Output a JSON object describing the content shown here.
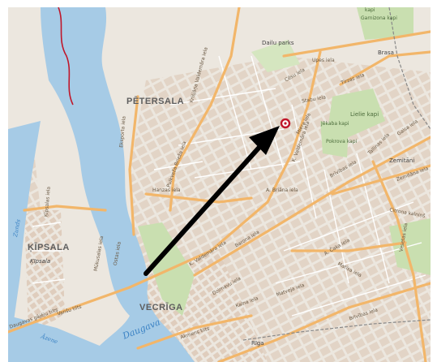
{
  "districts": {
    "petersala": "PĒTERSALA",
    "kipsala": "ĶĪPSALA",
    "kipsala_italic": "Ķīpsala",
    "vecriga": "VECRĪGA"
  },
  "places": {
    "brasa": "Brasa",
    "dailu_parks": "Dailu parks",
    "zemitani": "Zemitāni",
    "riga": "Rīga",
    "lielie_kapi": "Lielie kapi",
    "jekaba_kapi": "Jēkaba kapi",
    "pokrova_kapi": "Pokrova kapi",
    "kapi": "kapi",
    "garnizona": "Garnizona kapi"
  },
  "water": {
    "daugava": "Daugava",
    "zunds": "Zunds",
    "azene": "Āzene"
  },
  "streets": {
    "hanzas": "Hanzas iela",
    "k_valdemara_lower": "K. Valdemāra iela",
    "k_valdemara_upper": "K. Valdemāra iela",
    "a_briana": "A. Briāna iela",
    "barona": "Barona iela",
    "brivibas_lower": "Brīvības iela",
    "brivibas_upper": "Brīvības iela",
    "tallinas": "Tallinas iela",
    "vansu": "Vanšu tilts",
    "akmens": "Akmens tilts",
    "eksporta": "Eksporta iela",
    "pulkveza": "Pulkveža Brieža iela",
    "matisa": "Matīsa iela",
    "caka": "A. Čaka iela",
    "gaisa": "Gaisa iela",
    "zemitana": "Zemitāna iela",
    "stabu": "Stabu iela",
    "cesu": "Cēsu iela",
    "tirzas": "Tirzas iela",
    "upes": "Upes iela",
    "kr_valdemara": "Krišjāņa Valdemāra iela",
    "mukusalas": "Mūkusalas iela",
    "pikuts": "Ķīpsalas iela",
    "ostas": "Ostas iela",
    "matveja": "Matveja iela",
    "kalna": "Kalna iela",
    "dzirnavu": "Dzirnavu iela",
    "valdemara_tilts": "Daugavas gājēju tilts",
    "citrona": "Citrona kalniņš",
    "vesetas": "Vesetas iela",
    "miera": "Miera iela"
  },
  "colors": {
    "land": "#ece7df",
    "water": "#a6cbe6",
    "road_major": "#f2b66a",
    "road_minor": "#ffffff",
    "park": "#c9dfb0",
    "block": "#e0d2c4",
    "arrow": "#000000",
    "marker": "#c0162a"
  },
  "marker": {
    "icon": "location-ring-marker"
  },
  "arrow": {
    "icon": "direction-arrow-icon"
  }
}
